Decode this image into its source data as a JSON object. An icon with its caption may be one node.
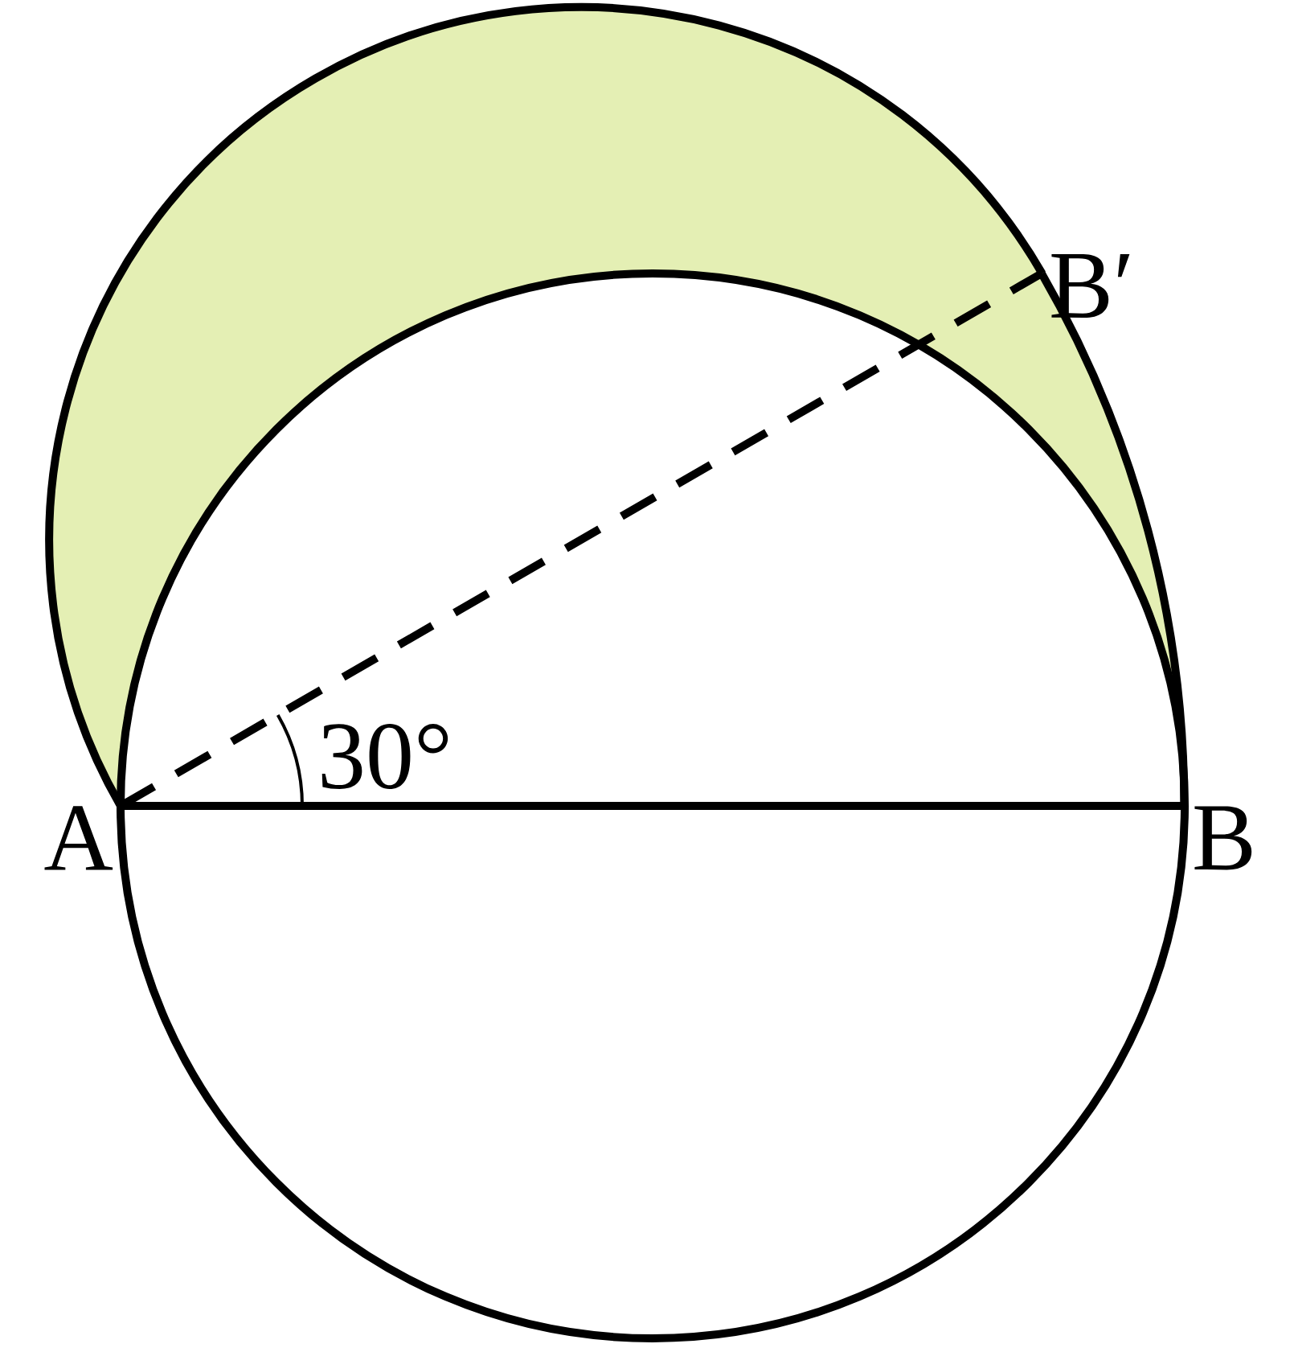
{
  "diagram": {
    "nodes": [
      {
        "text": [
          "A"
        ]
      },
      {
        "text": [
          "B"
        ]
      },
      {
        "text": [
          "B′"
        ]
      }
    ],
    "edges": [
      {
        "from": 0,
        "to": 1,
        "arrow": "none"
      },
      {
        "from": 0,
        "to": 2,
        "arrow": "none",
        "style": "dashed"
      }
    ],
    "labels": [
      "30°"
    ]
  }
}
